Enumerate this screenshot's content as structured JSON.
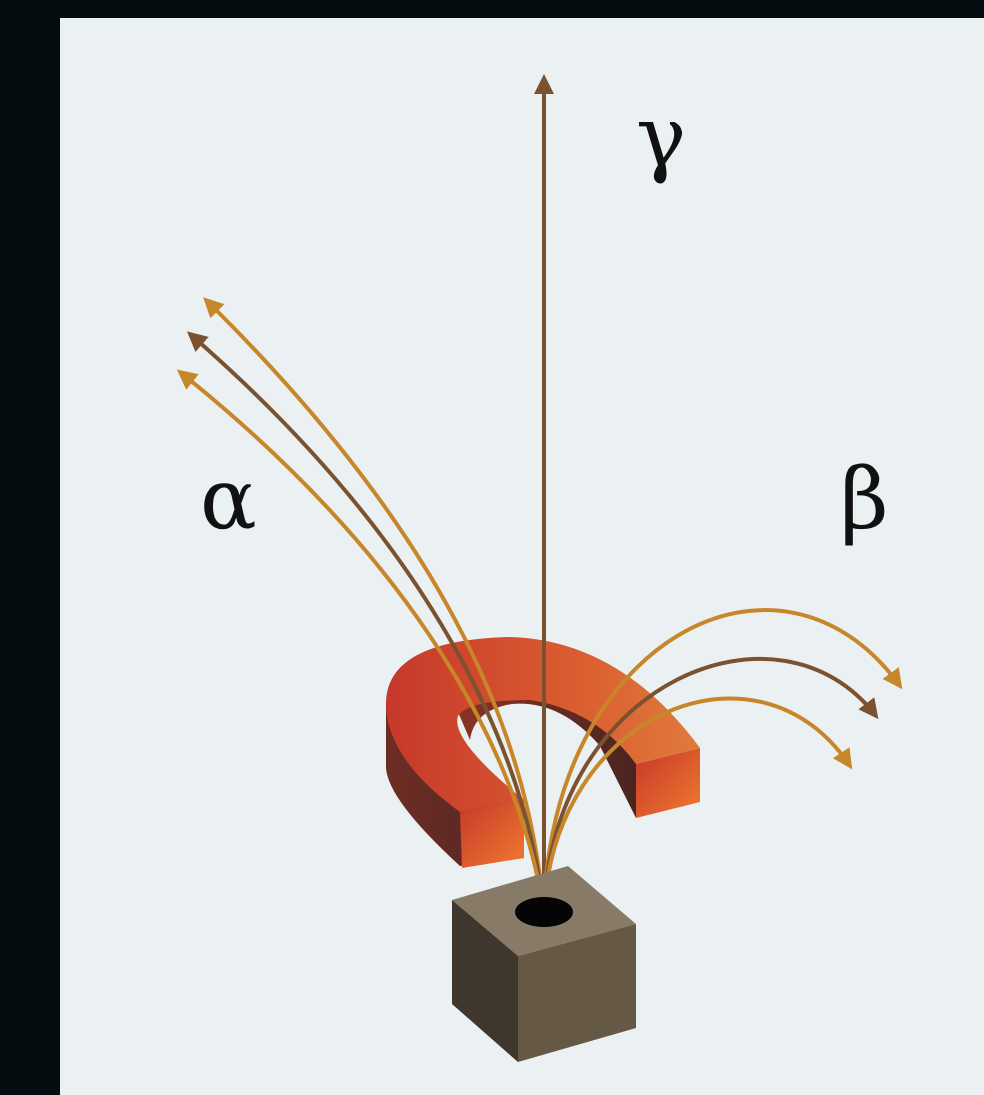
{
  "diagram": {
    "labels": {
      "alpha": "α",
      "beta": "β",
      "gamma": "γ"
    },
    "colors": {
      "frame": "#030d0f",
      "background": "#ebf0f2",
      "ray_orange": "#c8862a",
      "ray_brown": "#7a5230",
      "magnet_light": "#e8733a",
      "magnet_red": "#c6382b",
      "magnet_dark": "#4f2722",
      "box_top": "#877a67",
      "box_left": "#3f372d",
      "box_right": "#655845"
    }
  }
}
